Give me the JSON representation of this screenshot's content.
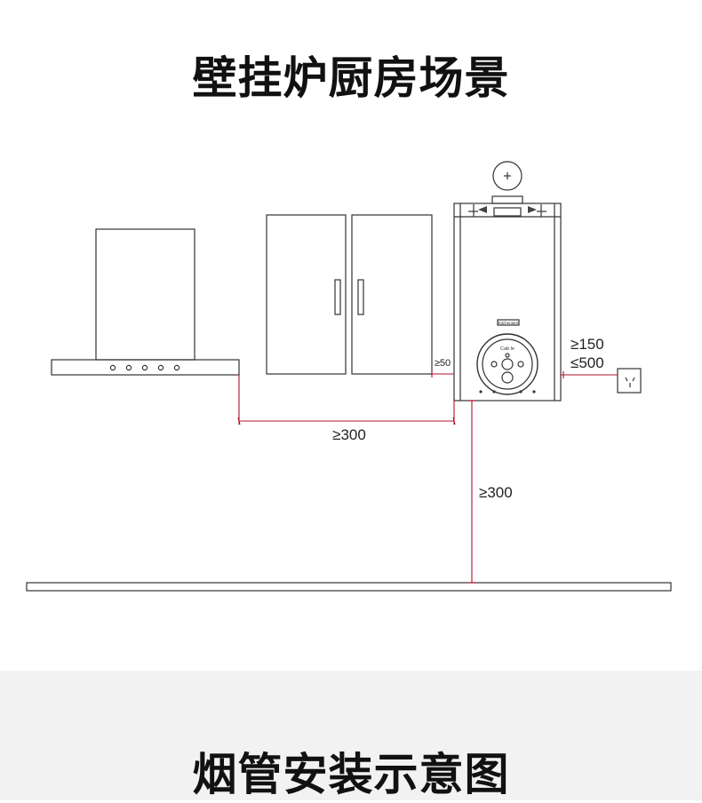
{
  "header": {
    "title": "壁挂炉厨房场景"
  },
  "diagram": {
    "dimensions": {
      "hood_to_boiler": "≥300",
      "cabinet_to_boiler": "≥50",
      "boiler_to_floor": "≥300",
      "boiler_to_socket_min": "≥150",
      "boiler_to_socket_max": "≤500"
    },
    "boiler": {
      "brand_text": "Kitchenaire",
      "dial_text": "Cab le"
    },
    "colors": {
      "dimension_line": "#b0102a",
      "outline": "#333333"
    }
  },
  "footer": {
    "title": "烟管安装示意图"
  }
}
